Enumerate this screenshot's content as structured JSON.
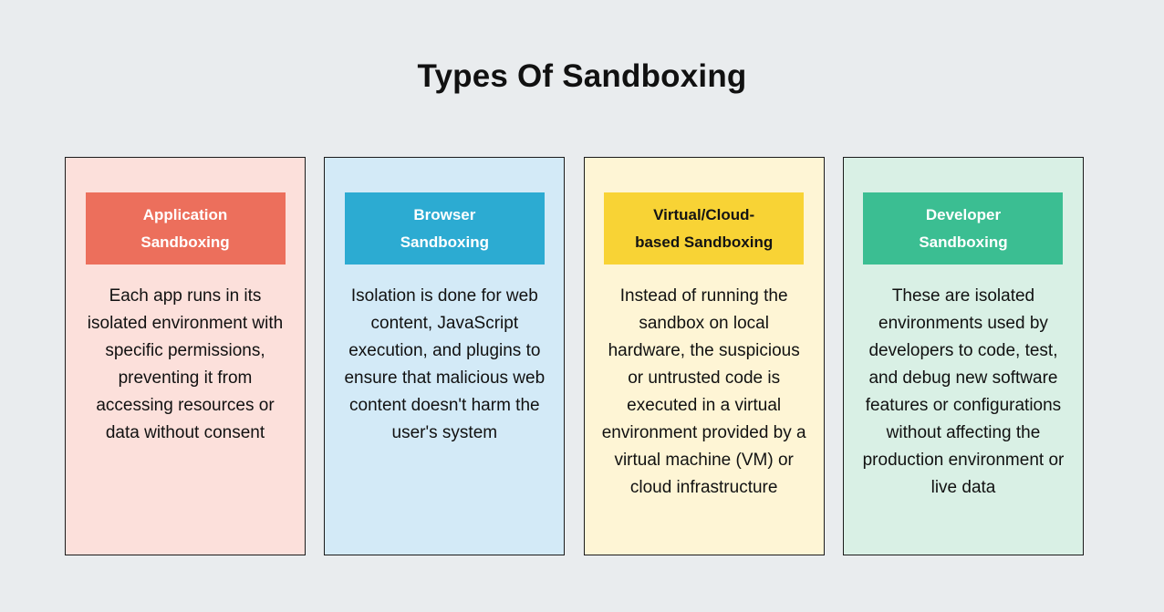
{
  "page": {
    "title": "Types Of Sandboxing",
    "background_color": "#e9ecee",
    "title_color": "#111111"
  },
  "cards": [
    {
      "id": "application-sandboxing",
      "header_line1": "Application",
      "header_line2": "Sandboxing",
      "body": "Each app runs in its isolated environment with specific permissions, preventing it from accessing resources or data without consent",
      "card_color": "#fce0db",
      "header_color": "#ec6f5c",
      "header_text_color": "#ffffff",
      "border_color": "#1b1b1b"
    },
    {
      "id": "browser-sandboxing",
      "header_line1": "Browser",
      "header_line2": "Sandboxing",
      "body": "Isolation is done for web content, JavaScript execution, and plugins to ensure that malicious web content doesn't harm the user's system",
      "card_color": "#d3eaf7",
      "header_color": "#2cabd2",
      "header_text_color": "#ffffff",
      "border_color": "#1b1b1b"
    },
    {
      "id": "virtual-cloud-based-sandboxing",
      "header_line1": "Virtual/Cloud-",
      "header_line2": "based Sandboxing",
      "body": "Instead of running the sandbox on local hardware, the suspicious or untrusted code is executed in a virtual environment provided by a virtual machine (VM) or cloud infrastructure",
      "card_color": "#fef5d5",
      "header_color": "#f8d335",
      "header_text_color": "#141414",
      "border_color": "#1b1b1b"
    },
    {
      "id": "developer-sandboxing",
      "header_line1": "Developer",
      "header_line2": "Sandboxing",
      "body": "These are isolated environments used by developers to code, test, and debug new software features or configurations without affecting the production environment or live data",
      "card_color": "#d9f0e5",
      "header_color": "#3bbe92",
      "header_text_color": "#ffffff",
      "border_color": "#1b1b1b"
    }
  ]
}
